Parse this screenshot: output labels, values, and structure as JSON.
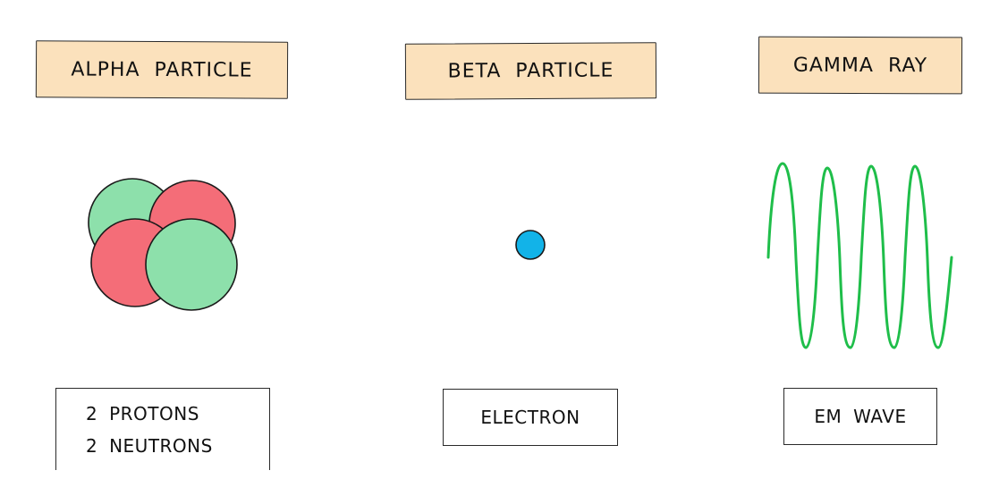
{
  "diagram": {
    "columns": [
      {
        "id": "alpha",
        "title": "ALPHA PARTICLE",
        "label_lines": [
          "2 PROTONS",
          "2 NEUTRONS"
        ]
      },
      {
        "id": "beta",
        "title": "BETA PARTICLE",
        "label_lines": [
          "ELECTRON"
        ]
      },
      {
        "id": "gamma",
        "title": "GAMMA RAY",
        "label_lines": [
          "EM WAVE"
        ]
      }
    ]
  },
  "colors": {
    "title_fill": "#fbe1bc",
    "proton": "#f46d78",
    "neutron": "#8de0ab",
    "electron": "#12b3e8",
    "wave": "#1fbe4a",
    "outline": "#1a1a1a"
  },
  "icons": {
    "alpha": "alpha-nucleus-icon",
    "beta": "electron-dot-icon",
    "gamma": "em-wave-icon"
  }
}
